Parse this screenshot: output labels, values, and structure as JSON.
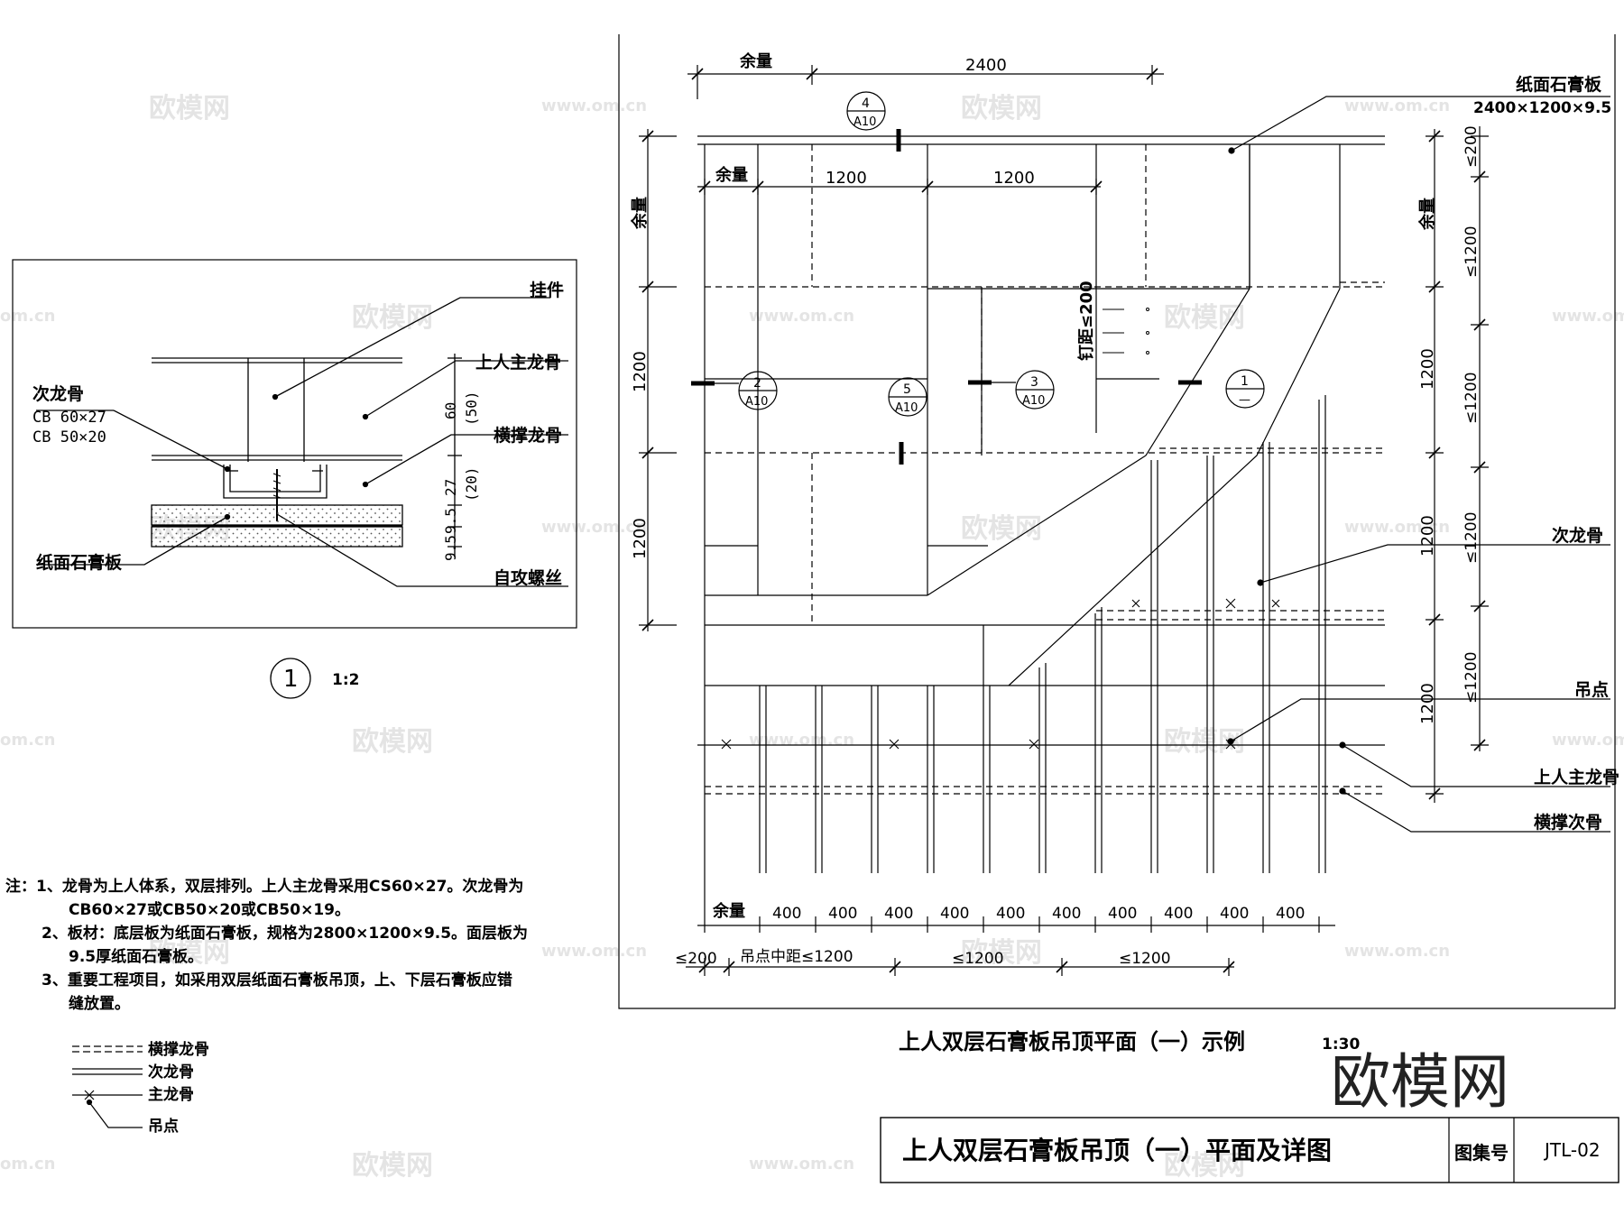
{
  "detail": {
    "labels": {
      "hanger": "挂件",
      "main_keel": "上人主龙骨",
      "cross_keel": "横撑龙骨",
      "secondary_keel": "次龙骨",
      "secondary_spec_1": "CB 60×27",
      "secondary_spec_2": "CB 50×20",
      "gypsum_board": "纸面石膏板",
      "screw": "自攻螺丝"
    },
    "dims": {
      "d60": "60",
      "d50": "(50)",
      "d27": "27",
      "d20": "(20)",
      "d95a": "9.5",
      "d95b": "9.5"
    },
    "number": "1",
    "scale": "1:2"
  },
  "notes": {
    "lines": [
      "注：1、龙骨为上人体系，双层排列。上人主龙骨采用CS60×27。次龙骨为",
      "CB60×27或CB50×20或CB50×19。",
      "2、板材：底层板为纸面石膏板，规格为2800×1200×9.5。面层板为",
      "9.5厚纸面石膏板。",
      "3、重要工程项目，如采用双层纸面石膏板吊顶，上、下层石膏板应错",
      "缝放置。"
    ]
  },
  "legend": {
    "cross_keel": "横撑龙骨",
    "secondary_keel": "次龙骨",
    "main_keel": "主龙骨",
    "hanging_point": "吊点"
  },
  "plan": {
    "top_dims": {
      "margin": "余量",
      "d2400": "2400",
      "margin2": "余量",
      "d1200a": "1200",
      "d1200b": "1200"
    },
    "left_dims": {
      "margin": "余量",
      "d1200a": "1200",
      "d1200b": "1200"
    },
    "right_dims": {
      "margin": "余量",
      "d1200a": "1200",
      "d1200b": "1200",
      "d1200c": "1200"
    },
    "far_right_dims": {
      "le200": "≤200",
      "le1200a": "≤1200",
      "le1200b": "≤1200",
      "le1200c": "≤1200",
      "le1200d": "≤1200"
    },
    "nail_spacing": "钉距≤200",
    "bottom_dims": {
      "margin": "余量",
      "d400": "400",
      "le200": "≤200",
      "hang_spacing": "吊点中距≤1200",
      "le1200a": "≤1200",
      "le1200b": "≤1200"
    },
    "callouts": [
      {
        "num": "4",
        "ref": "A10"
      },
      {
        "num": "2",
        "ref": "A10"
      },
      {
        "num": "5",
        "ref": "A10"
      },
      {
        "num": "3",
        "ref": "A10"
      },
      {
        "num": "1",
        "ref": "—"
      }
    ],
    "right_labels": {
      "board": "纸面石膏板",
      "board_spec": "2400×1200×9.5",
      "secondary": "次龙骨",
      "hanging_point": "吊点",
      "main_keel": "上人主龙骨",
      "cross_keel": "横撑次骨"
    },
    "title": "上人双层石膏板吊顶平面（一）示例",
    "scale": "1:30"
  },
  "title_block": {
    "title": "上人双层石膏板吊顶（一）平面及详图",
    "atlas_label": "图集号",
    "atlas_no": "JTL-02"
  },
  "watermarks": {
    "brand": "欧模网",
    "url": "www.om.cn",
    "url_short": "om.cn"
  }
}
